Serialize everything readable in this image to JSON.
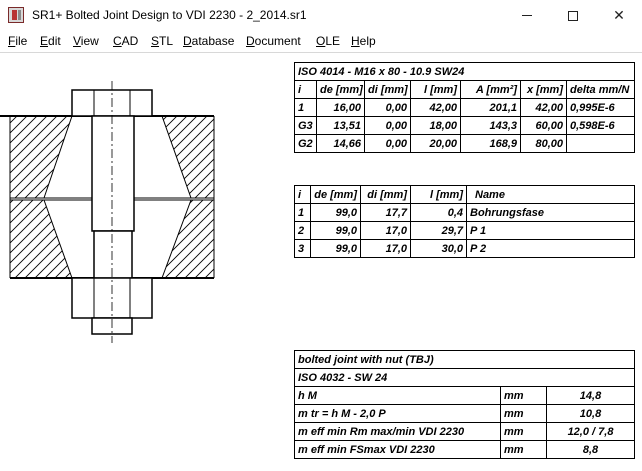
{
  "window": {
    "title": "SR1+   Bolted Joint Design to VDI 2230  -  2_2014.sr1",
    "close_glyph": "✕"
  },
  "menu": [
    {
      "name": "menu-file",
      "label": "File",
      "mnemonic": "F",
      "rest": "ile"
    },
    {
      "name": "menu-edit",
      "label": "Edit",
      "mnemonic": "E",
      "rest": "dit"
    },
    {
      "name": "menu-view",
      "label": "View",
      "mnemonic": "V",
      "rest": "iew"
    },
    {
      "name": "menu-cad",
      "label": "CAD",
      "mnemonic": "C",
      "rest": "AD"
    },
    {
      "name": "menu-stl",
      "label": "STL",
      "mnemonic": "S",
      "rest": "TL"
    },
    {
      "name": "menu-database",
      "label": "Database",
      "mnemonic": "D",
      "rest": "atabase"
    },
    {
      "name": "menu-document",
      "label": "Document",
      "mnemonic": "D",
      "rest": "ocument"
    },
    {
      "name": "menu-ole",
      "label": "OLE",
      "mnemonic": "O",
      "rest": "LE"
    },
    {
      "name": "menu-help",
      "label": "Help",
      "mnemonic": "H",
      "rest": "elp"
    }
  ],
  "bolt_table": {
    "title": "ISO 4014 - M16 x 80 - 10.9 SW24",
    "headers": [
      "i",
      "de [mm]",
      "di [mm]",
      "l [mm]",
      "A [mm²]",
      "x [mm]",
      "delta mm/N"
    ],
    "rows": [
      [
        "1",
        "16,00",
        "0,00",
        "42,00",
        "201,1",
        "42,00",
        "0,995E-6"
      ],
      [
        "G3",
        "13,51",
        "0,00",
        "18,00",
        "143,3",
        "60,00",
        "0,598E-6"
      ],
      [
        "G2",
        "14,66",
        "0,00",
        "20,00",
        "168,9",
        "80,00",
        ""
      ]
    ]
  },
  "plate_table": {
    "headers": [
      "i",
      "de [mm]",
      "di [mm]",
      "l [mm]",
      "Name"
    ],
    "rows": [
      [
        "1",
        "99,0",
        "17,7",
        "0,4",
        "Bohrungsfase"
      ],
      [
        "2",
        "99,0",
        "17,0",
        "29,7",
        "P 1"
      ],
      [
        "3",
        "99,0",
        "17,0",
        "30,0",
        "P 2"
      ]
    ]
  },
  "nut_table": {
    "title": "bolted joint with nut (TBJ)",
    "subtitle": "ISO 4032 - SW 24",
    "rows": [
      [
        "h M",
        "mm",
        "14,8"
      ],
      [
        "m tr   =  h M - 2,0 P",
        "mm",
        "10,8"
      ],
      [
        "m eff min Rm max/min VDI 2230",
        "mm",
        "12,0 / 7,8"
      ],
      [
        "m eff min FSmax  VDI 2230",
        "mm",
        "8,8"
      ]
    ]
  }
}
